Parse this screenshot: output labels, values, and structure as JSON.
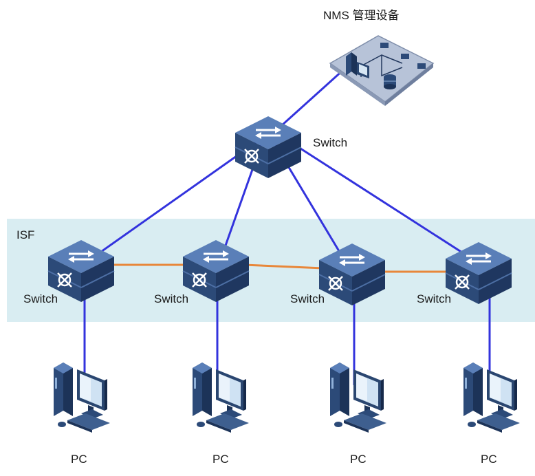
{
  "diagram": {
    "nms_label": "NMS 管理设备",
    "core_switch_label": "Switch",
    "isf_label": "ISF",
    "isf_switches": [
      {
        "label": "Switch"
      },
      {
        "label": "Switch"
      },
      {
        "label": "Switch"
      },
      {
        "label": "Switch"
      }
    ],
    "pcs": [
      {
        "label": "PC"
      },
      {
        "label": "PC"
      },
      {
        "label": "PC"
      },
      {
        "label": "PC"
      }
    ],
    "colors": {
      "uplink": "#3333dd",
      "isf_link": "#e8873a",
      "isf_band": "#d9edf2",
      "device_dark": "#2a4266",
      "device_mid": "#3e5f8f",
      "device_light": "#6d8fbf",
      "nms_board": "#b7c3d8"
    }
  }
}
